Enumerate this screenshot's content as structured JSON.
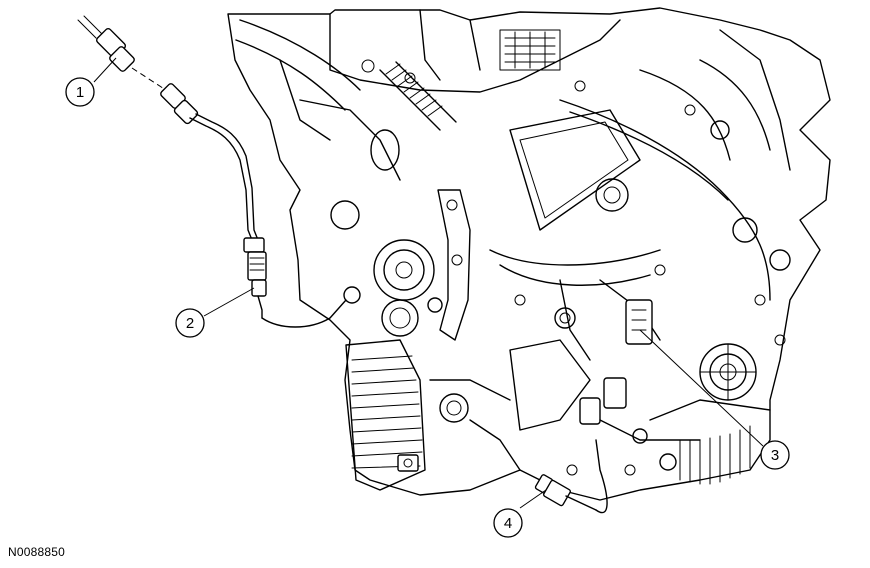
{
  "figure_id": "N0088850",
  "callouts": [
    {
      "number": "1"
    },
    {
      "number": "2"
    },
    {
      "number": "3"
    },
    {
      "number": "4"
    }
  ]
}
